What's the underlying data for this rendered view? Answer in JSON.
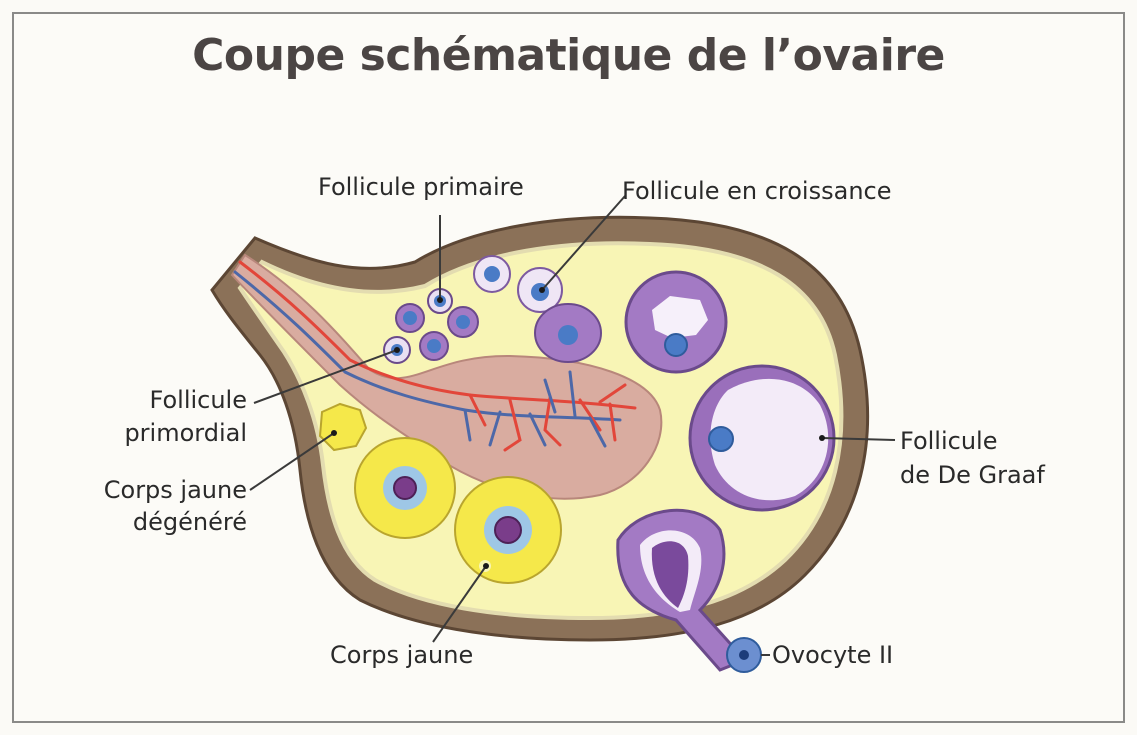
{
  "title": "Coupe schématique de l’ovaire",
  "labels": {
    "primaire": "Follicule primaire",
    "croissance": "Follicule en croissance",
    "primordial_1": "Follicule",
    "primordial_2": "primordial",
    "corps_degenere_1": "Corps jaune",
    "corps_degenere_2": "dégénéré",
    "corps_jaune": "Corps jaune",
    "graaf_1": "Follicule",
    "graaf_2": "de De Graaf",
    "ovocyte": "Ovocyte II"
  },
  "colors": {
    "capsule": "#8b7158",
    "stroma": "#f8f5b5",
    "medulla": "#d9aca0",
    "artery": "#e2463a",
    "vein": "#4d68a8",
    "follicle_purple": "#a37ac4",
    "oocyte_blue": "#4a7bc6",
    "corpus_luteum": "#f5e84a"
  }
}
